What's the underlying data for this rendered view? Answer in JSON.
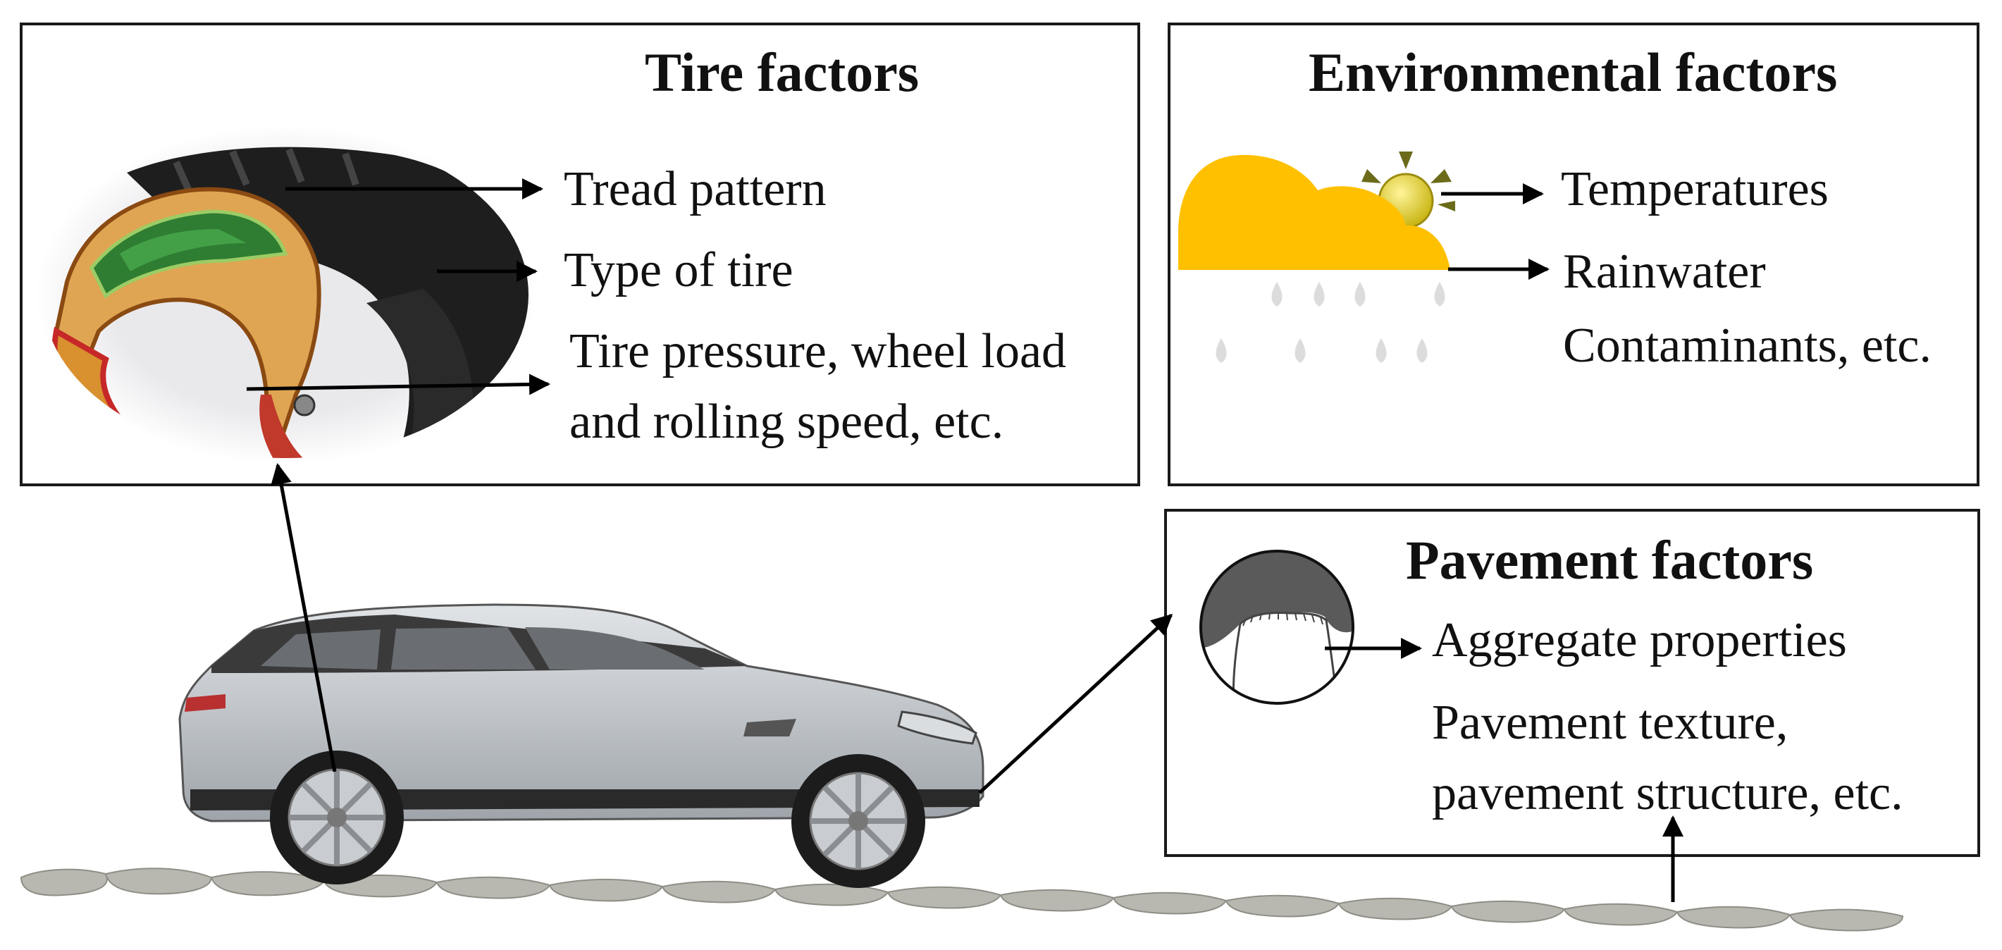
{
  "tire_panel": {
    "title": "Tire factors",
    "items": [
      "Tread pattern",
      "Type of tire",
      "Tire pressure, wheel load",
      "and rolling speed, etc."
    ]
  },
  "environment_panel": {
    "title": "Environmental factors",
    "items": [
      "Temperatures",
      "Rainwater",
      "Contaminants, etc."
    ]
  },
  "pavement_panel": {
    "title": "Pavement factors",
    "items": [
      "Aggregate properties",
      "Pavement texture,",
      "pavement structure, etc."
    ]
  },
  "icons": [
    "tire-cutaway-icon",
    "cloud-sun-rain-icon",
    "aggregate-contact-icon",
    "suv-car-icon",
    "stone-road-icon"
  ],
  "colors": {
    "cloud": "#FFC000",
    "sun": "#E8D21A",
    "tire_belt_green": "#2E7D32",
    "tire_ply_orange": "#D9902F",
    "tire_rubber": "#1E1E1E",
    "car_body": "#C9CED3",
    "aggregate": "#5A5A5A"
  }
}
